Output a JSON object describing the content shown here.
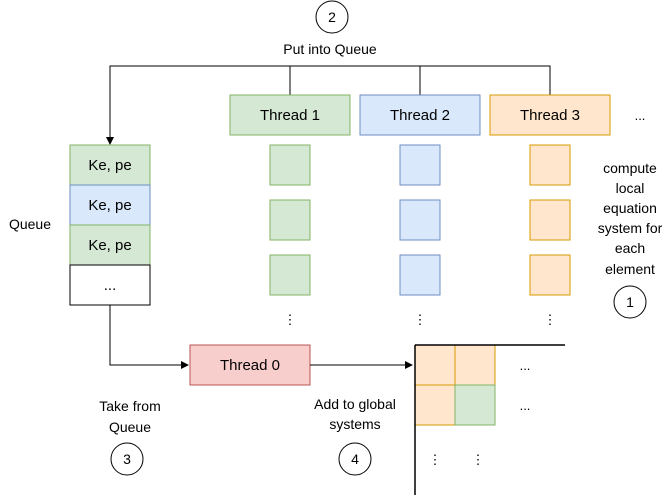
{
  "step_labels": {
    "put": "Put into Queue",
    "take_line1": "Take from",
    "take_line2": "Queue",
    "add_line1": "Add to global",
    "add_line2": "systems",
    "compute_lines": [
      "compute",
      "local",
      "equation",
      "system for",
      "each",
      "element"
    ]
  },
  "step_numbers": {
    "compute": "1",
    "put": "2",
    "take": "3",
    "add": "4"
  },
  "queue": {
    "label": "Queue",
    "items": [
      "Ke, pe",
      "Ke, pe",
      "Ke, pe"
    ],
    "more": "..."
  },
  "threads": [
    {
      "label": "Thread 1",
      "fill": "#d5e8d4",
      "stroke": "#82b366"
    },
    {
      "label": "Thread 2",
      "fill": "#dae8fc",
      "stroke": "#6c8ebf"
    },
    {
      "label": "Thread 3",
      "fill": "#ffe6cc",
      "stroke": "#d79b00"
    }
  ],
  "threads_more": "...",
  "column_more": "⋮",
  "thread0": {
    "label": "Thread 0",
    "fill": "#f8cecc",
    "stroke": "#b85450"
  },
  "global_more": {
    "row": "...",
    "column": "⋮"
  },
  "colors": {
    "queue_green_fill": "#d5e8d4",
    "queue_green_stroke": "#82b366",
    "queue_blue_fill": "#dae8fc",
    "queue_blue_stroke": "#6c8ebf",
    "global_orange_fill": "#ffe6cc",
    "global_green_fill": "#d5e8d4"
  }
}
